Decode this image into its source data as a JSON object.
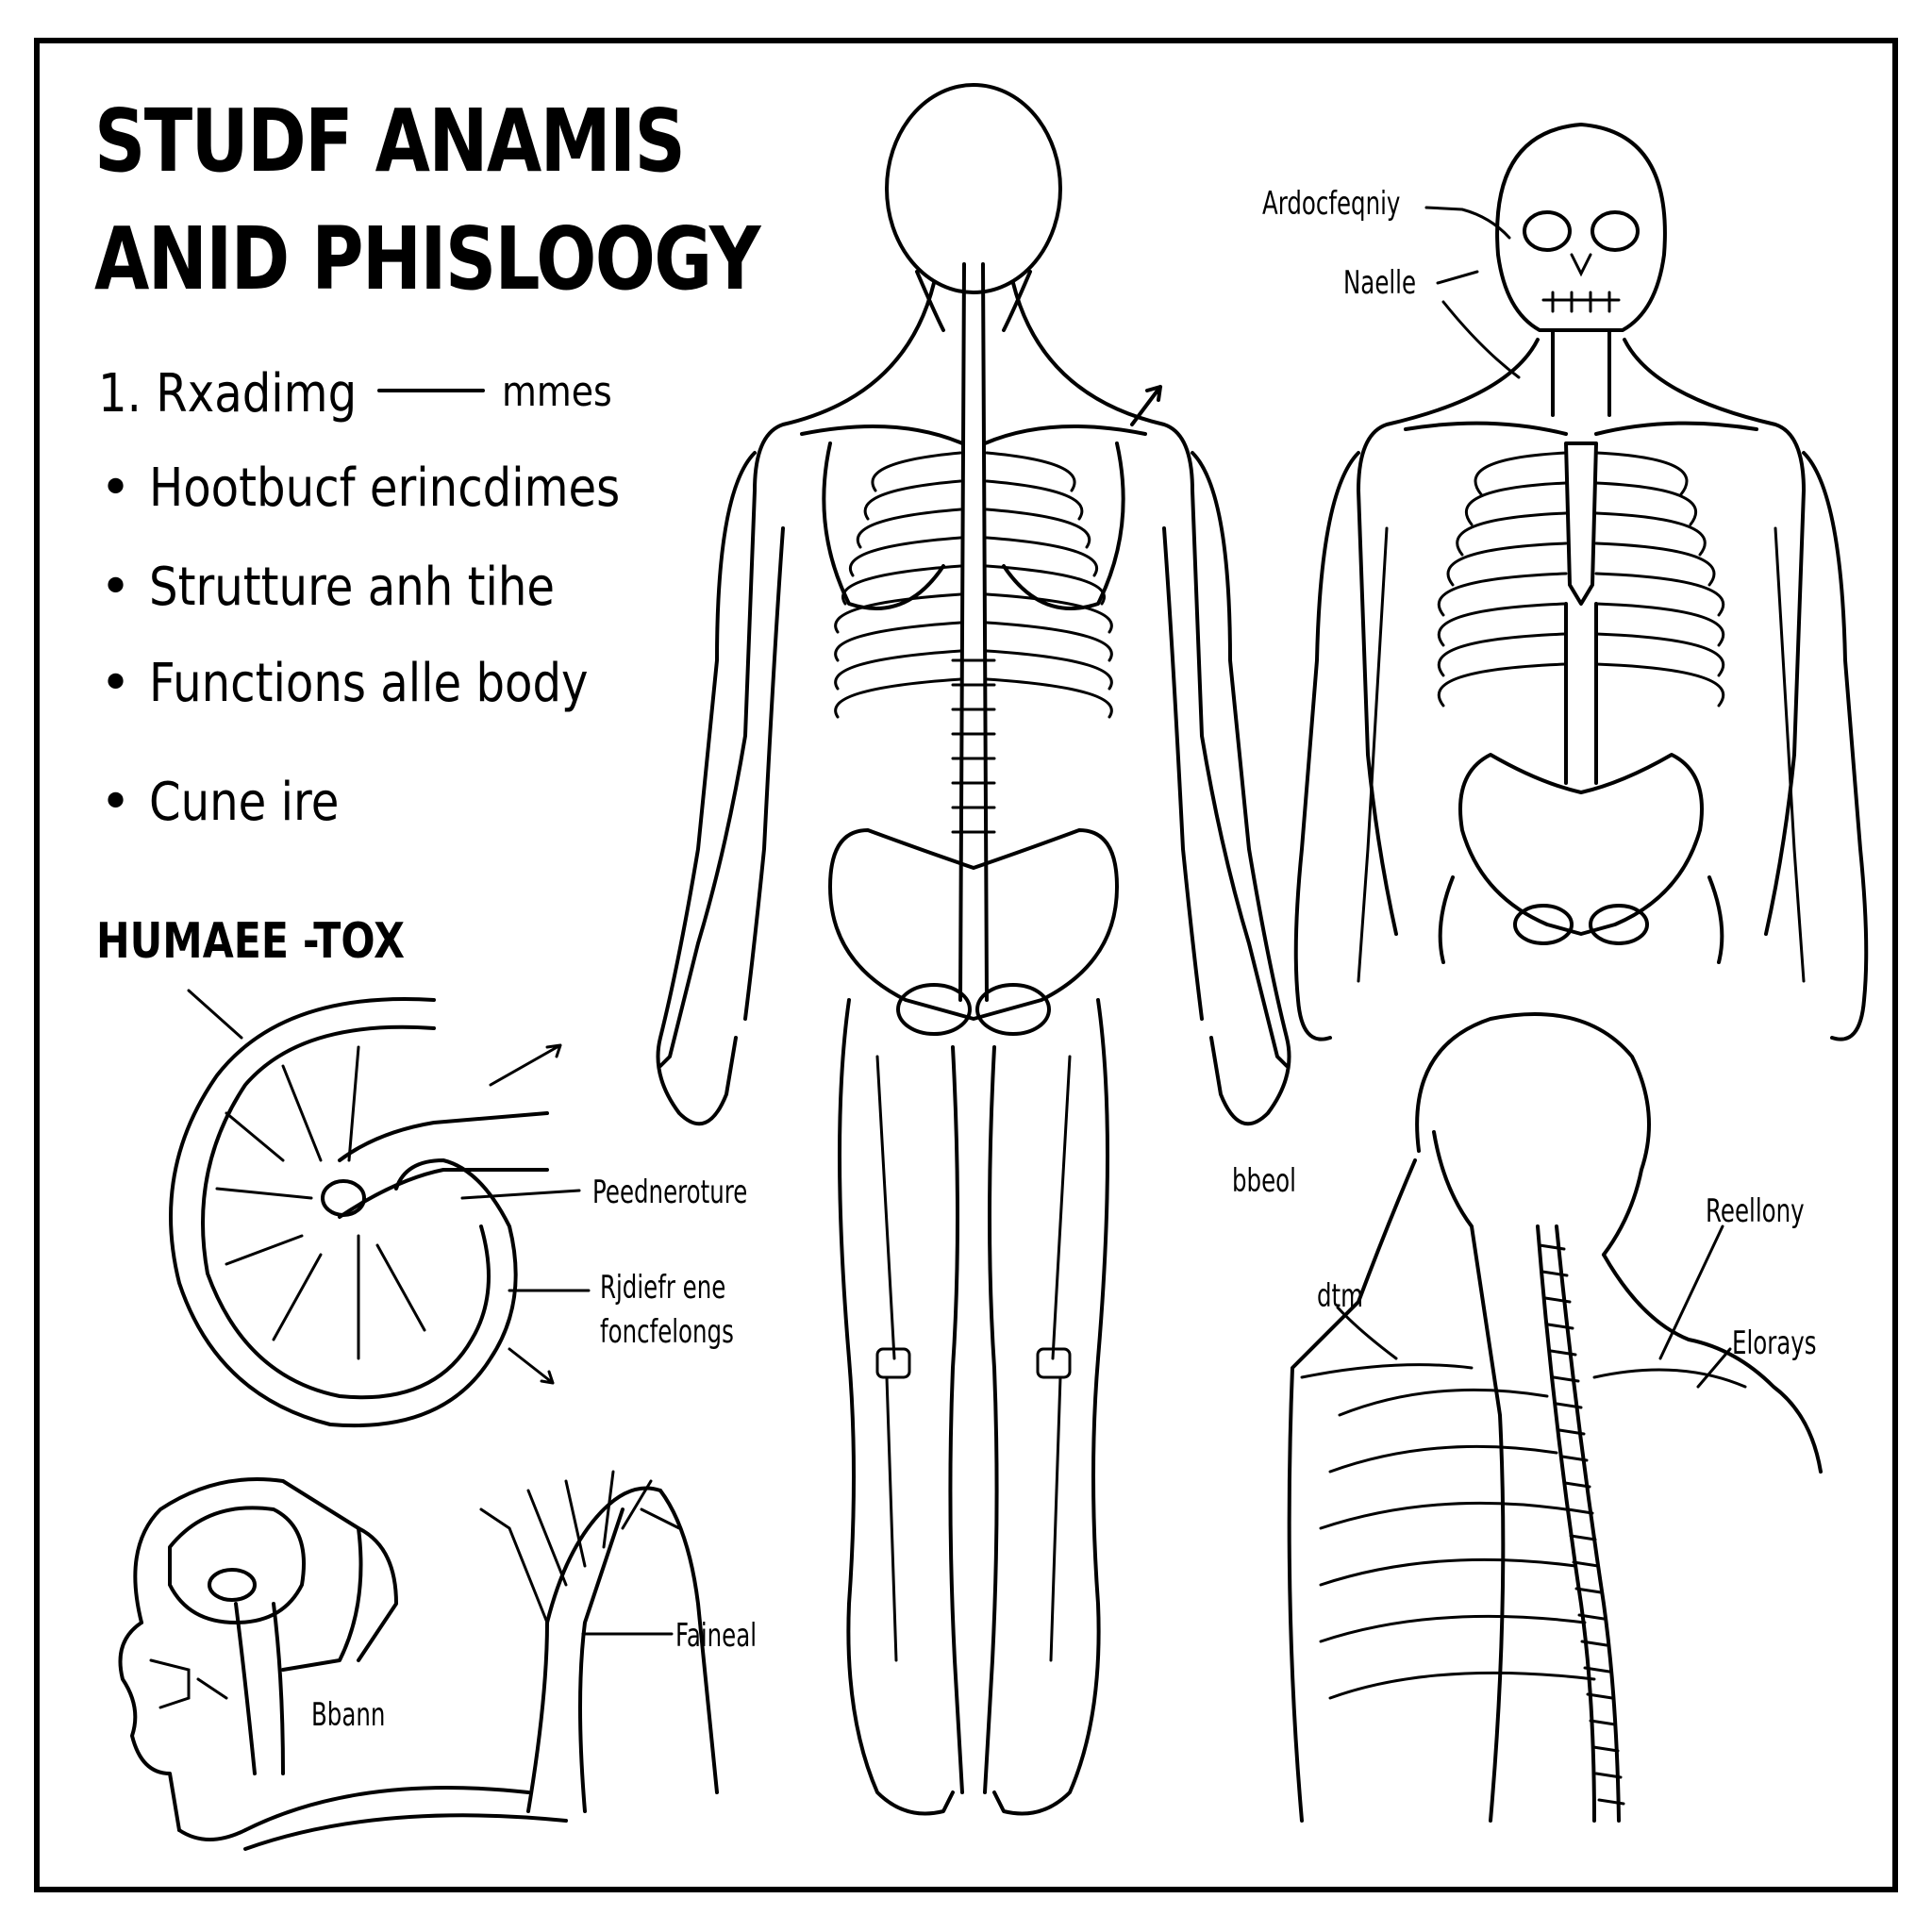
{
  "title": {
    "line1": "STUDF ANAMIS",
    "line2": "ANID PHISLOOGY"
  },
  "list": {
    "numbered": {
      "label": "1. Rxadimg",
      "trailing": "mmes"
    },
    "bullets": [
      "Hootbucf erincdimes",
      "Strutture anh tihe",
      "Functions alle body",
      "Cune ire"
    ]
  },
  "subheading": "HUMAEE -TOX",
  "labels": {
    "organ_top": "Peedneroture",
    "organ_bottom_1": "Rjdiefr ene",
    "organ_bottom_2": "foncfelongs",
    "head_brain": "Bbann",
    "head_nerve": "Faineal",
    "front_top": "Ardocfeqniy",
    "front_second": "Naelle",
    "bbeol": "bbeol",
    "side_left": "dtm",
    "side_right_top": "Reellony",
    "side_right_bottom": "Elorays"
  }
}
